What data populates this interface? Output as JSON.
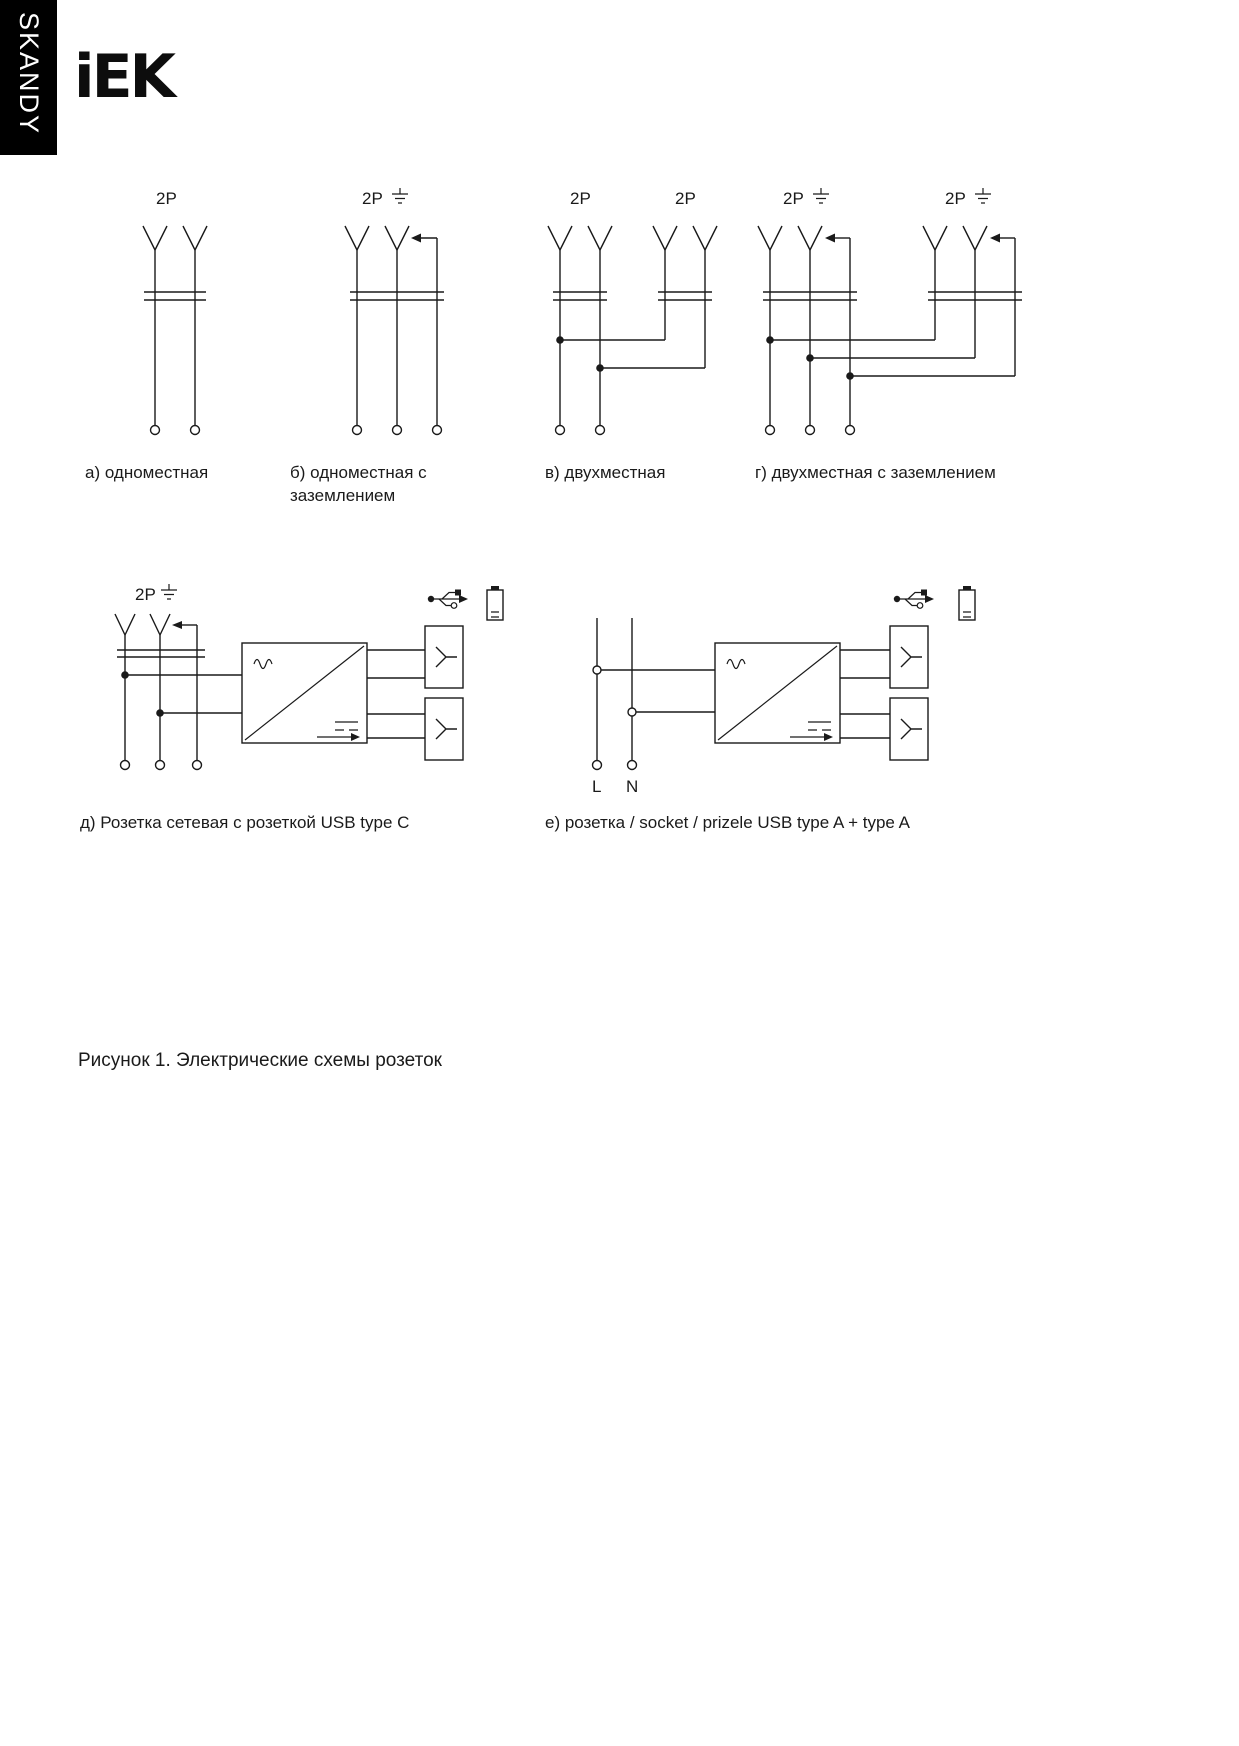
{
  "brand": {
    "tab": "SKANDY",
    "logo": "iEK"
  },
  "figures": {
    "a": {
      "label": "а) одноместная",
      "pole": "2P"
    },
    "b": {
      "label": "б) одноместная с заземлением",
      "pole": "2P"
    },
    "v": {
      "label": "в) двухместная",
      "pole1": "2P",
      "pole2": "2P"
    },
    "g": {
      "label": "г) двухместная с заземлением",
      "pole1": "2P",
      "pole2": "2P"
    },
    "d": {
      "label": "д) Розетка сетевая с розеткой USB type C",
      "pole": "2P"
    },
    "e": {
      "label": "е) розетка / socket / prizele USB type A + type A",
      "L": "L",
      "N": "N"
    }
  },
  "caption": "Рисунок 1. Электрические схемы розеток"
}
